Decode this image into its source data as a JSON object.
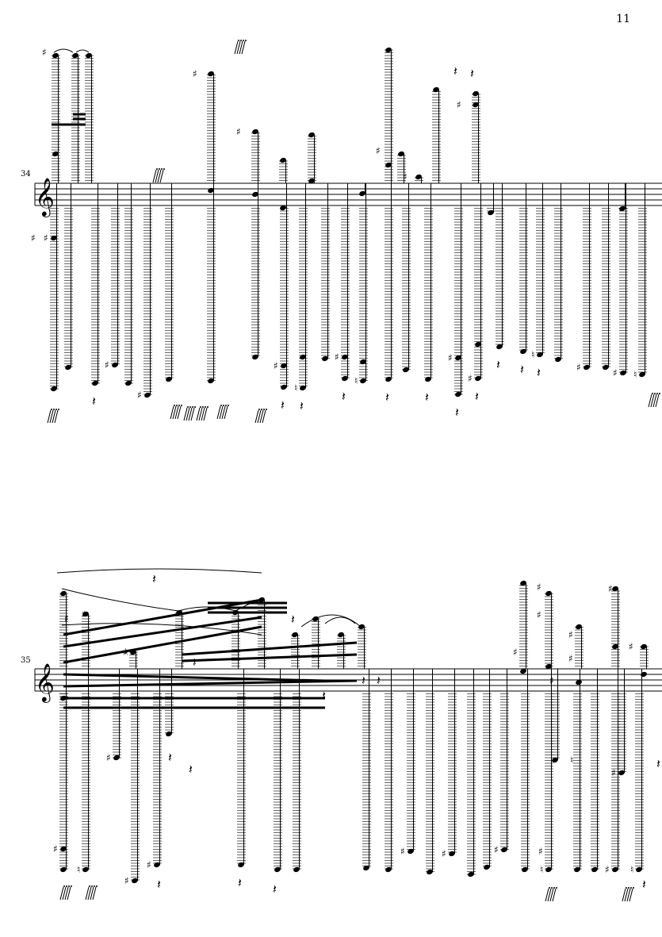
{
  "page": {
    "number": "11"
  },
  "systems": [
    {
      "measure_number": "34",
      "clef": "treble"
    },
    {
      "measure_number": "35",
      "clef": "treble"
    }
  ],
  "colors": {
    "ink": "#000000",
    "paper": "#ffffff"
  }
}
